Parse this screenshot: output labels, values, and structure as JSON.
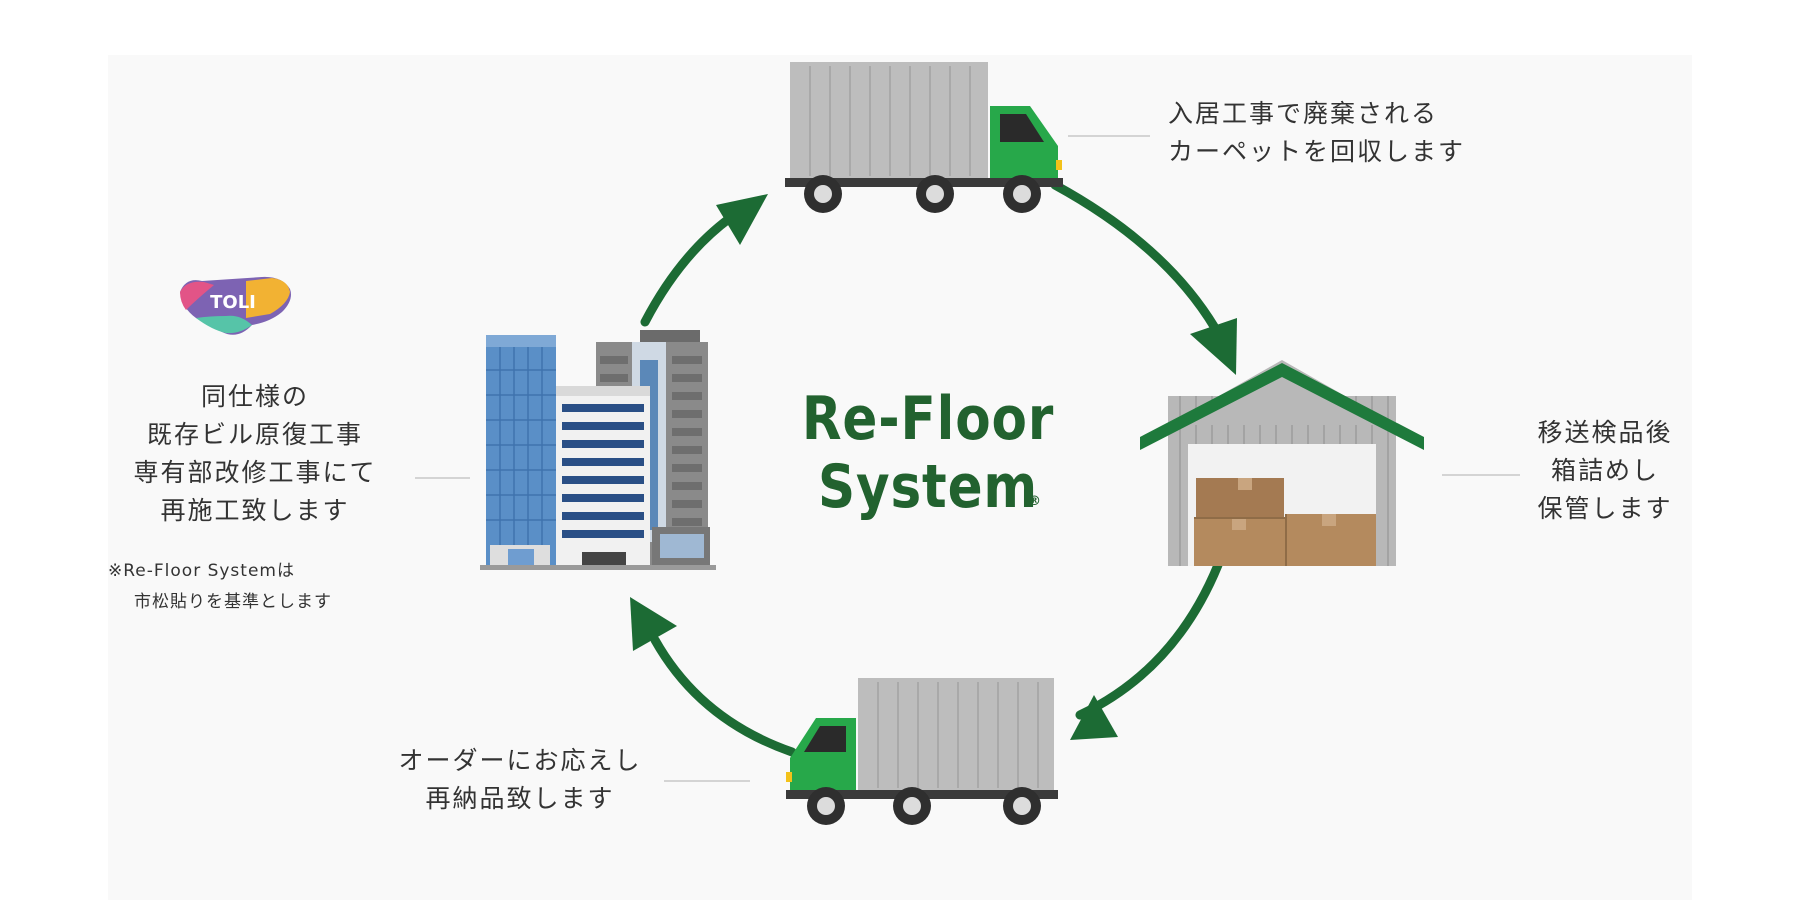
{
  "title": {
    "line1": "Re-Floor",
    "line2": "System",
    "registered_mark": "®"
  },
  "logo": {
    "text": "TOLI"
  },
  "steps": {
    "collect": {
      "line1": "入居工事で廃棄される",
      "line2": "カーペットを回収します"
    },
    "store": {
      "line1": "移送検品後",
      "line2": "箱詰めし",
      "line3": "保管します"
    },
    "deliver": {
      "line1": "オーダーにお応えし",
      "line2": "再納品致します"
    },
    "reinstall": {
      "line1": "同仕様の",
      "line2": "既存ビル原復工事",
      "line3": "専有部改修工事にて",
      "line4": "再施工致します"
    }
  },
  "note": {
    "line1": "※Re-Floor Systemは",
    "line2": "市松貼りを基準とします"
  },
  "colors": {
    "arrow_green": "#1c6b34",
    "title_green": "#22622f",
    "truck_cab_green": "#27a84a",
    "container_gray": "#bdbdbd",
    "warehouse_roof": "#1e7a3c",
    "text": "#333333",
    "panel_bg": "#f9f9f9"
  },
  "icons": [
    "truck-icon",
    "warehouse-icon",
    "cardboard-box-icon",
    "office-building-icon",
    "toli-logo"
  ]
}
